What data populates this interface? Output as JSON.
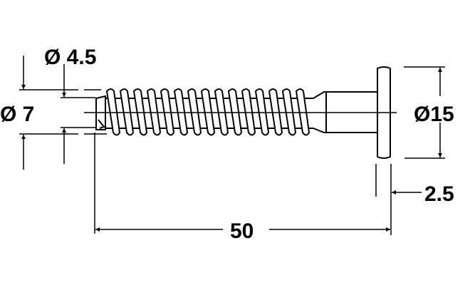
{
  "title": "Screw dimension drawing",
  "dimensions": {
    "outer_diameter": "Ø 7",
    "core_diameter": "Ø 4.5",
    "head_diameter": "Ø15",
    "head_thickness": "2.5",
    "length": "50"
  },
  "colors": {
    "line": "#000000",
    "background": "#ffffff"
  }
}
